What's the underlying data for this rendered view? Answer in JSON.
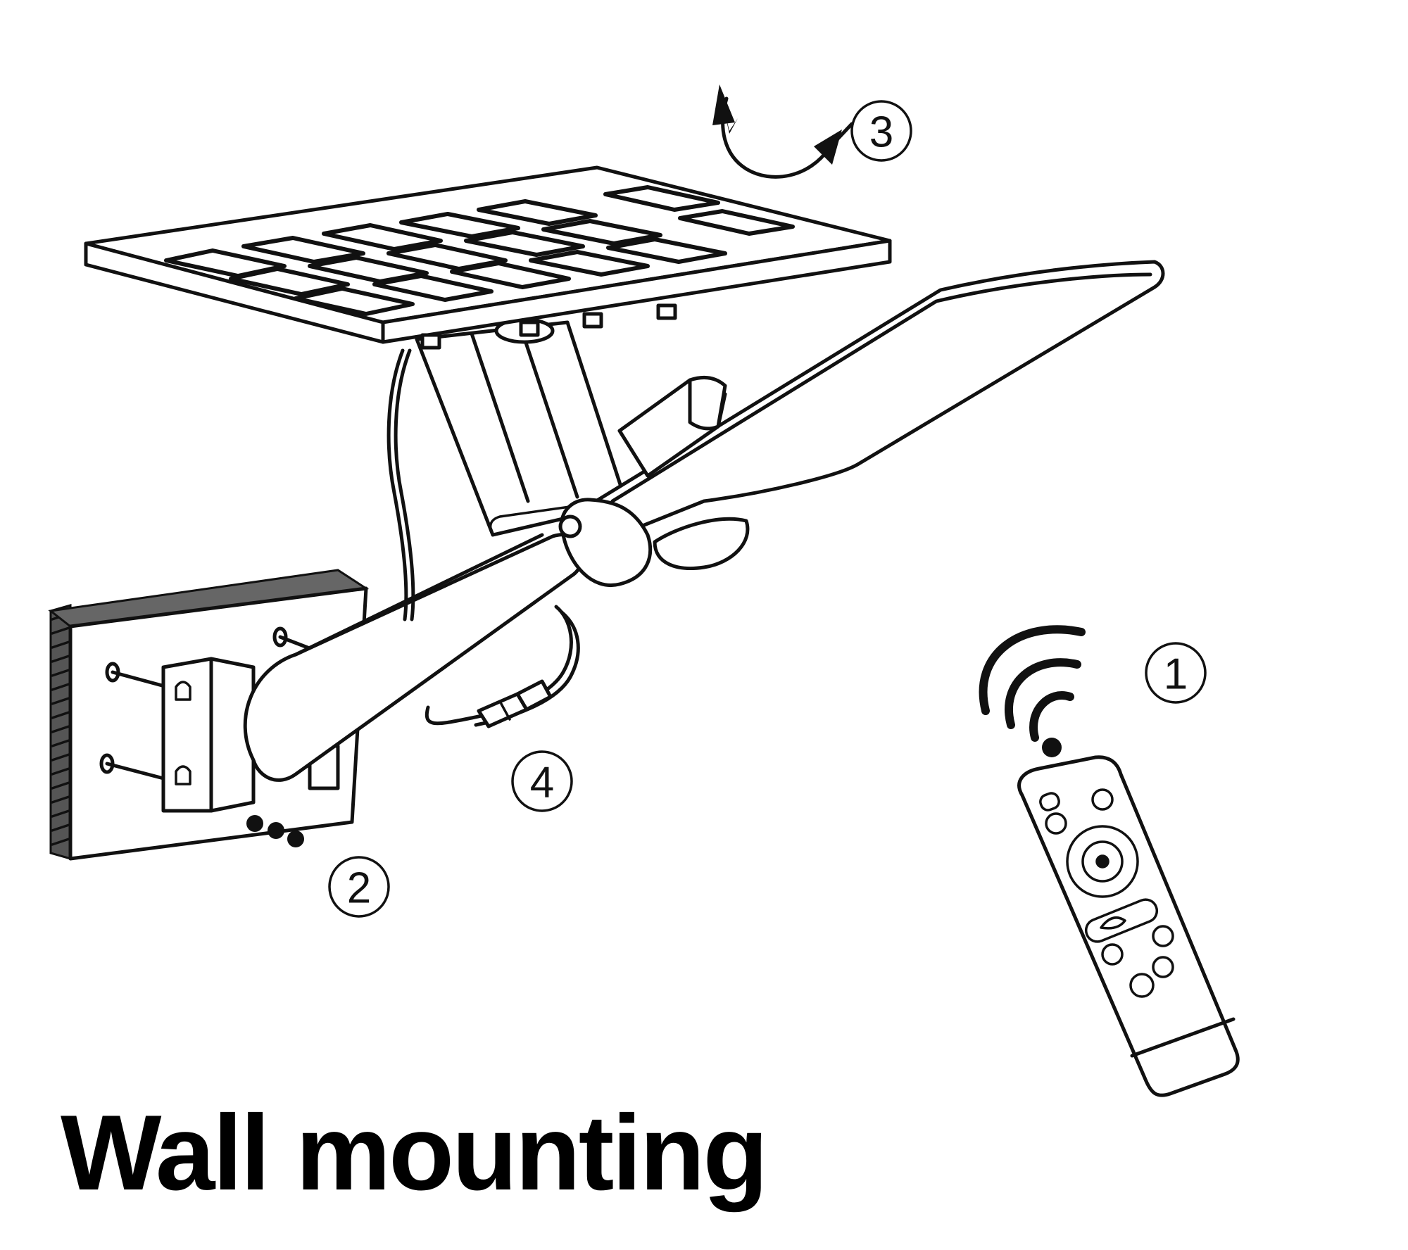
{
  "title": "Wall mounting",
  "callouts": {
    "remote": "①",
    "bolts": "②",
    "panel_rotation": "③",
    "connector": "④"
  },
  "icons": [
    "solar-panel-icon",
    "street-light-head-icon",
    "wall-bracket-icon",
    "remote-control-icon",
    "wireless-signal-icon",
    "rotation-arrow-icon",
    "cable-connector-icon",
    "bolt-icon"
  ]
}
